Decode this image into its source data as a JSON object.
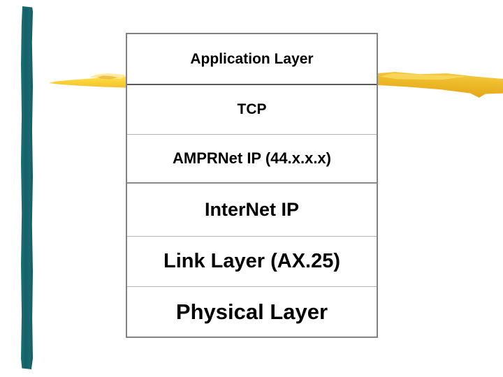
{
  "colors": {
    "background": "#ffffff",
    "marker-teal": "#17686f",
    "highlight-yellow": "#fbd53c",
    "highlight-gold": "#eebb2a",
    "table-border": "#828282",
    "divider-dark": "#595959",
    "divider-medium": "#8c8c8c",
    "divider-light": "#b2b2b2",
    "text": "#000000"
  },
  "slide": {
    "stack": {
      "rows": [
        {
          "label": "Application Layer"
        },
        {
          "label": "TCP"
        },
        {
          "label": "AMPRNet IP (44.x.x.x)"
        },
        {
          "label": "InterNet IP"
        },
        {
          "label": "Link Layer (AX.25)"
        },
        {
          "label": "Physical Layer"
        }
      ]
    }
  }
}
